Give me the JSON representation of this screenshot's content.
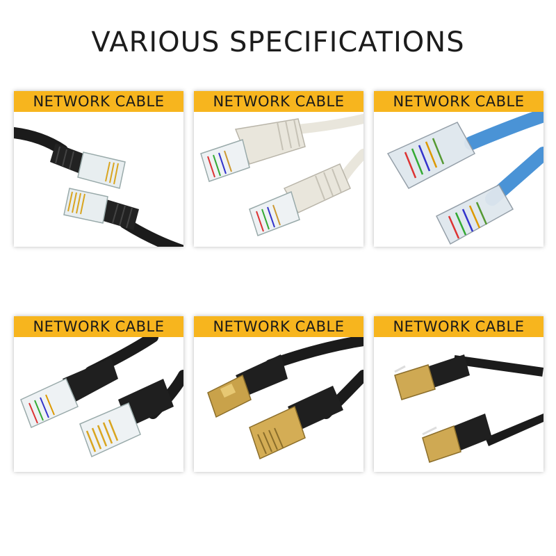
{
  "page_title": "VARIOUS SPECIFICATIONS",
  "colors": {
    "label_bg": "#f7b51e",
    "card_shadow": "#bdbdbd",
    "title": "#1c1c1c"
  },
  "cards": [
    {
      "label": "NETWORK CABLE",
      "cable": "black",
      "jacket": "#1b1b1b",
      "plug": "clear",
      "boot": "black"
    },
    {
      "label": "NETWORK CABLE",
      "cable": "white",
      "jacket": "#e9e6dc",
      "plug": "clear",
      "boot": "white"
    },
    {
      "label": "NETWORK CABLE",
      "cable": "blue",
      "jacket": "#4a93d6",
      "plug": "clear",
      "boot": "none"
    },
    {
      "label": "NETWORK CABLE",
      "cable": "black",
      "jacket": "#1b1b1b",
      "plug": "clear",
      "boot": "black"
    },
    {
      "label": "NETWORK CABLE",
      "cable": "black",
      "jacket": "#1b1b1b",
      "plug": "gold-shielded",
      "boot": "black"
    },
    {
      "label": "NETWORK CABLE",
      "cable": "black-flat",
      "jacket": "#1b1b1b",
      "plug": "gold-shielded",
      "boot": "black"
    }
  ]
}
